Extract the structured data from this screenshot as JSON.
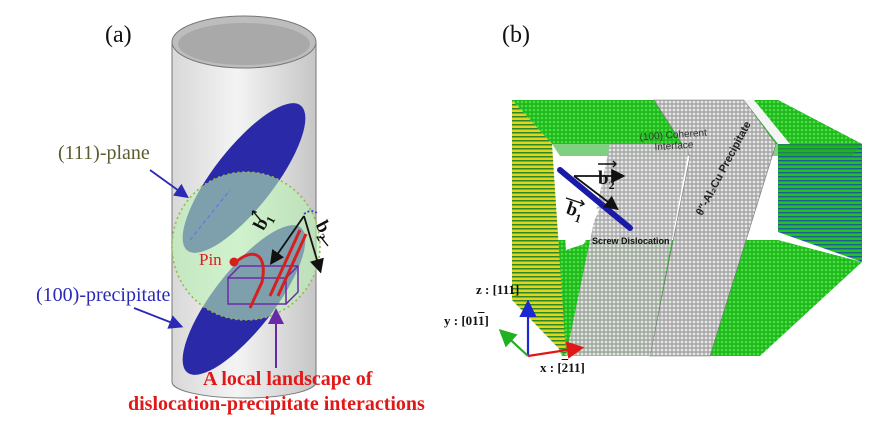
{
  "panels": {
    "a": {
      "label": "(a)",
      "plane_label": "(111)-plane",
      "precipitate_label": "(100)-precipitate",
      "pin_label": "Pin",
      "b1": "b",
      "b1_sub": "1",
      "b2": "b",
      "b2_sub": "2",
      "caption_line1": "A local landscape of",
      "caption_line2": "dislocation-precipitate interactions"
    },
    "b": {
      "label": "(b)",
      "interface_line1": "(100) Coherent",
      "interface_line2": "Interface",
      "precipitate_text": "θ″-Al₂Cu Precipitate",
      "screw_label": "Screw Dislocation",
      "b1": "b",
      "b1_sub": "1",
      "b2": "b",
      "b2_sub": "2",
      "axis_z": "z : [111]",
      "axis_y": "y : [01",
      "axis_y_bar": "1",
      "axis_y_end": "]",
      "axis_x_pre": "x : [",
      "axis_x_bar": "2",
      "axis_x_end": "11]"
    }
  },
  "colors": {
    "precipitate_blue": "#2a2aa8",
    "plane_green": "#b8f0b0",
    "pin_red": "#d62020",
    "caption_red": "#e01818",
    "plane_label": "#5c5c2e",
    "precip_label": "#2a2ab4",
    "atoms_green": "#22c21e",
    "atoms_yellow": "#e6d21a",
    "atoms_grey": "#c8c8c8",
    "axis_z": "#1a2ad0",
    "axis_y": "#20b020",
    "axis_x": "#e01818"
  },
  "icons": [
    "pin-marker-icon",
    "arrow-icon"
  ]
}
